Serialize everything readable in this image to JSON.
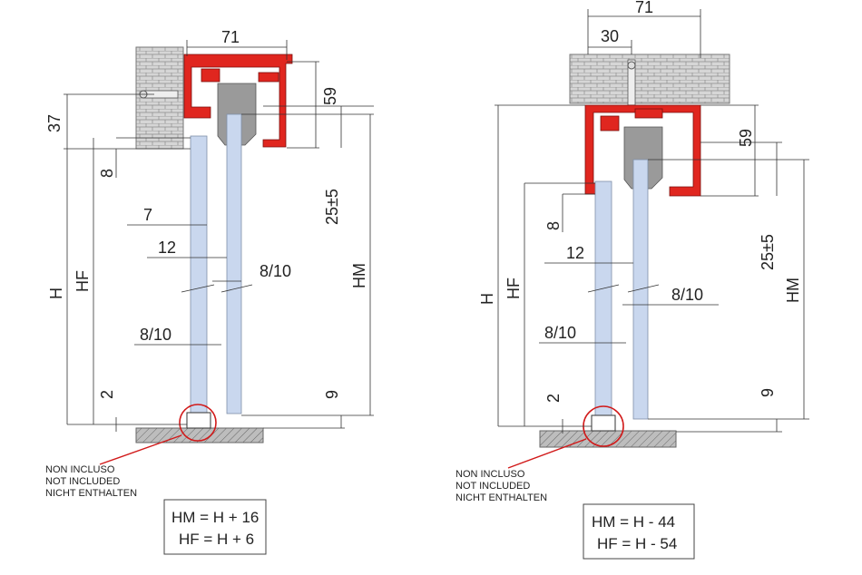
{
  "left": {
    "top_width": "71",
    "dim_59": "59",
    "dim_37": "37",
    "dim_8": "8",
    "dim_7": "7",
    "dim_12": "12",
    "dim_25": "25±5",
    "dim_810_right": "8/10",
    "dim_810_left": "8/10",
    "dim_2": "2",
    "dim_9": "9",
    "label_H": "H",
    "label_HF": "HF",
    "label_HM": "HM",
    "note": [
      "NON INCLUSO",
      "NOT INCLUDED",
      "NICHT ENTHALTEN"
    ],
    "formula": [
      "HM = H + 16",
      "HF = H + 6"
    ]
  },
  "right": {
    "top_width": "71",
    "top_offset": "30",
    "dim_59": "59",
    "dim_8": "8",
    "dim_12": "12",
    "dim_25": "25±5",
    "dim_810_right": "8/10",
    "dim_810_left": "8/10",
    "dim_2": "2",
    "dim_9": "9",
    "label_H": "H",
    "label_HF": "HF",
    "label_HM": "HM",
    "note": [
      "NON INCLUSO",
      "NOT INCLUDED",
      "NICHT ENTHALTEN"
    ],
    "formula": [
      "HM = H - 44",
      "HF = H - 54"
    ]
  },
  "colors": {
    "profile": "#e0261f",
    "glass": "#c9d7ee",
    "marker": "#d11a1a",
    "brick": "#d8d8d8"
  }
}
